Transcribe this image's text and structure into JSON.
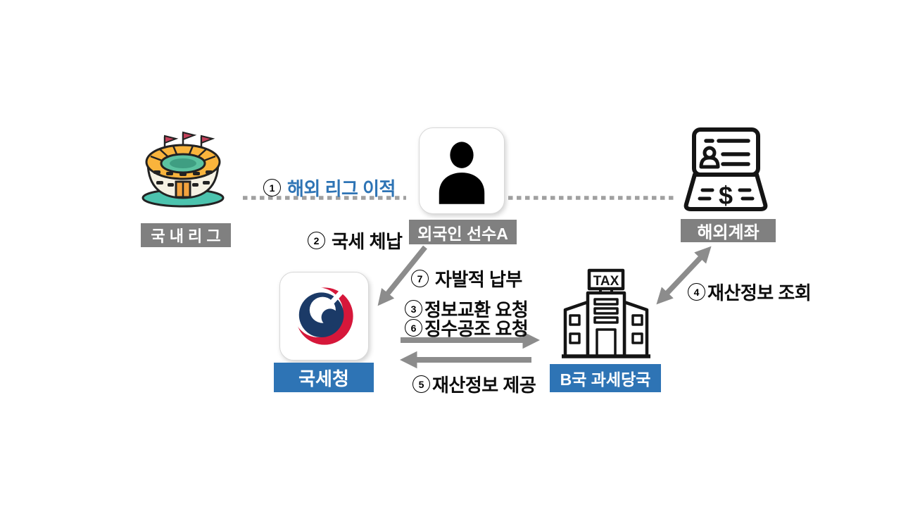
{
  "page": {
    "background": "#ffffff",
    "type": "flow-diagram"
  },
  "nodes": {
    "domestic_league": {
      "label": "국 내 리 그",
      "icon": "stadium-icon"
    },
    "foreign_player": {
      "label": "외국인 선수A",
      "icon": "person-silhouette-icon"
    },
    "overseas_account": {
      "label": "해외계좌",
      "icon": "laptop-account-icon",
      "icon_symbol": "$"
    },
    "national_tax_service": {
      "label": "국세청",
      "icon": "korea-gov-emblem-icon"
    },
    "b_country_tax_authority": {
      "label": "B국 과세당국",
      "icon": "tax-building-icon",
      "icon_sign_text": "TAX"
    }
  },
  "steps": {
    "step1": {
      "num": "1",
      "text": "해외 리그 이적"
    },
    "step2": {
      "num": "2",
      "text": "국세 체납"
    },
    "step3": {
      "num": "3",
      "text": "정보교환 요청"
    },
    "step4": {
      "num": "4",
      "text": "재산정보 조회"
    },
    "step5": {
      "num": "5",
      "text": "재산정보 제공"
    },
    "step6": {
      "num": "6",
      "text": "징수공조 요청"
    },
    "step7": {
      "num": "7",
      "text": "자발적 납부"
    }
  },
  "connectors": {
    "transfer_dotted_left": {
      "from": "domestic_league",
      "to": "foreign_player",
      "style": "dotted"
    },
    "transfer_dotted_right": {
      "from": "foreign_player",
      "to": "overseas_account",
      "style": "dotted"
    },
    "delinquency_arrow": {
      "from": "foreign_player",
      "to": "national_tax_service",
      "style": "arrow"
    },
    "request_arrow": {
      "from": "national_tax_service",
      "to": "b_country_tax_authority",
      "style": "arrow"
    },
    "provide_arrow": {
      "from": "b_country_tax_authority",
      "to": "national_tax_service",
      "style": "arrow"
    },
    "inquiry_arrow": {
      "from": "b_country_tax_authority",
      "to": "overseas_account",
      "style": "double-arrow"
    }
  },
  "colors": {
    "gray_label_bg": "#808080",
    "blue_label_bg": "#2e74b5",
    "step1_text_blue": "#2e74b5",
    "arrow_gray": "#8c8c8c",
    "dotted_gray": "#a0a0a0",
    "text_black": "#0d0d0d",
    "emblem_navy": "#1b3a67",
    "emblem_red": "#d6173a"
  }
}
